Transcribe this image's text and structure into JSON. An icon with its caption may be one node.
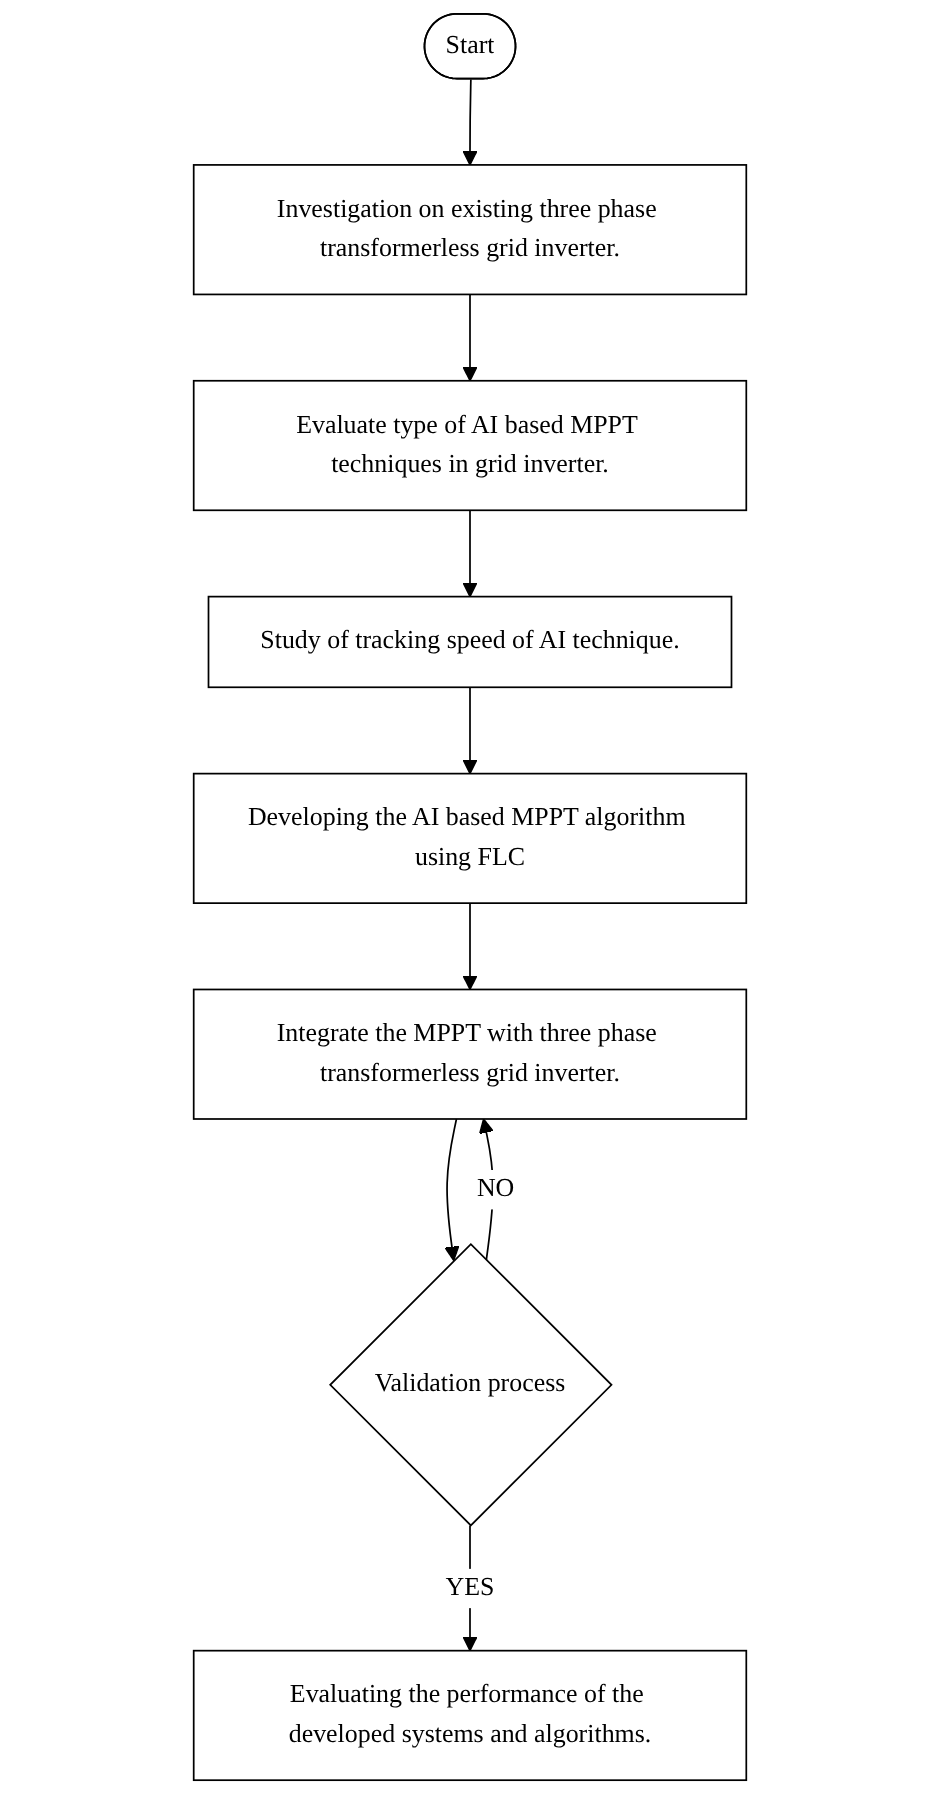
{
  "diagram": {
    "nodes": [
      {
        "text": [
          "Start"
        ]
      },
      {
        "text": [
          "Investigation on existing three phase transformerless grid inverter."
        ]
      },
      {
        "text": [
          "Evaluate type of AI based MPPT techniques in grid inverter."
        ]
      },
      {
        "text": [
          "Study of tracking speed of AI technique."
        ]
      },
      {
        "text": [
          "Developing the AI based MPPT algorithm using FLC"
        ]
      },
      {
        "text": [
          "Integrate the MPPT with three phase transformerless grid inverter."
        ]
      },
      {
        "text": [
          "Validation process"
        ]
      },
      {
        "text": [
          "Evaluating the performance of the developed systems and algorithms."
        ]
      }
    ],
    "edges": [
      {
        "from": 0,
        "to": 1,
        "arrow": "to"
      },
      {
        "from": 1,
        "to": 2,
        "arrow": "to"
      },
      {
        "from": 2,
        "to": 3,
        "arrow": "to"
      },
      {
        "from": 3,
        "to": 4,
        "arrow": "to"
      },
      {
        "from": 4,
        "to": 5,
        "arrow": "to"
      },
      {
        "from": 5,
        "to": 6,
        "arrow": "to"
      },
      {
        "from": 6,
        "to": 7,
        "arrow": "to",
        "label": "YES"
      },
      {
        "from": 6,
        "to": 5,
        "arrow": "to",
        "label": "NO"
      }
    ]
  }
}
